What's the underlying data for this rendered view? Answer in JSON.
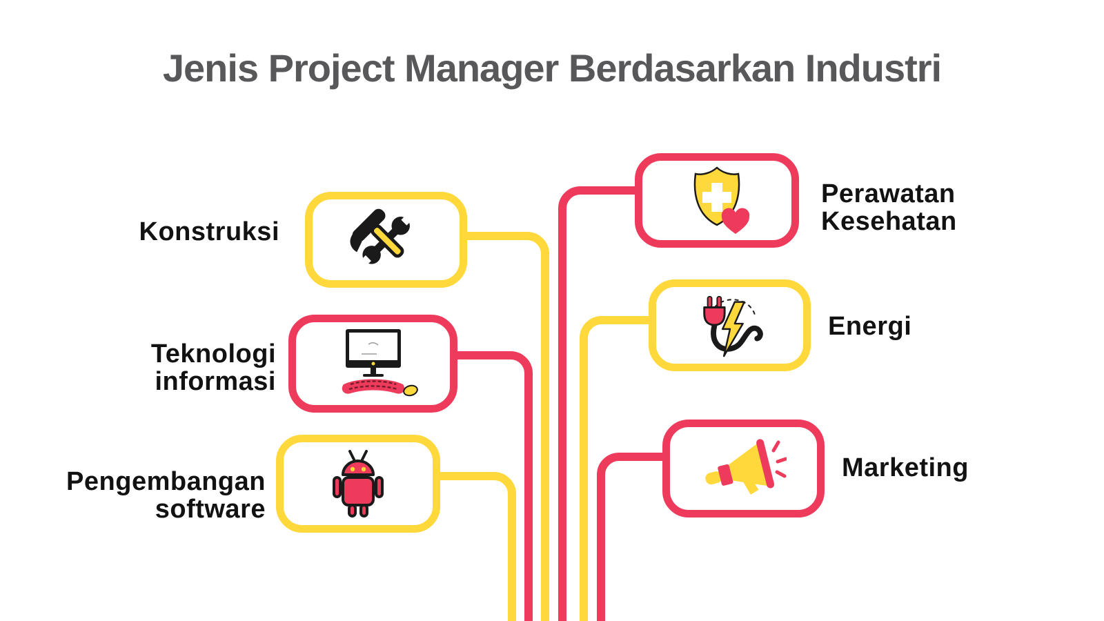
{
  "title": "Jenis Project Manager Berdasarkan Industri",
  "colors": {
    "yellow": "#FFD83C",
    "red": "#EE3B5C",
    "title": "#58585A",
    "label": "#121212",
    "background": "#FFFFFF",
    "ink": "#1A1A1A"
  },
  "nodes": [
    {
      "id": "konstruksi",
      "label": "Konstruksi",
      "side": "left",
      "box_color": "yellow",
      "connector_color": "yellow",
      "icon": "hammer-wrench-icon"
    },
    {
      "id": "teknologi-informasi",
      "label": "Teknologi\ninformasi",
      "side": "left",
      "box_color": "red",
      "connector_color": "red",
      "icon": "computer-icon"
    },
    {
      "id": "pengembangan-software",
      "label": "Pengembangan\nsoftware",
      "side": "left",
      "box_color": "yellow",
      "connector_color": "yellow",
      "icon": "android-robot-icon"
    },
    {
      "id": "perawatan-kesehatan",
      "label": "Perawatan\nKesehatan",
      "side": "right",
      "box_color": "red",
      "connector_color": "red",
      "icon": "shield-cross-heart-icon"
    },
    {
      "id": "energi",
      "label": "Energi",
      "side": "right",
      "box_color": "yellow",
      "connector_color": "yellow",
      "icon": "plug-lightning-icon"
    },
    {
      "id": "marketing",
      "label": "Marketing",
      "side": "right",
      "box_color": "red",
      "connector_color": "red",
      "icon": "megaphone-icon"
    }
  ]
}
